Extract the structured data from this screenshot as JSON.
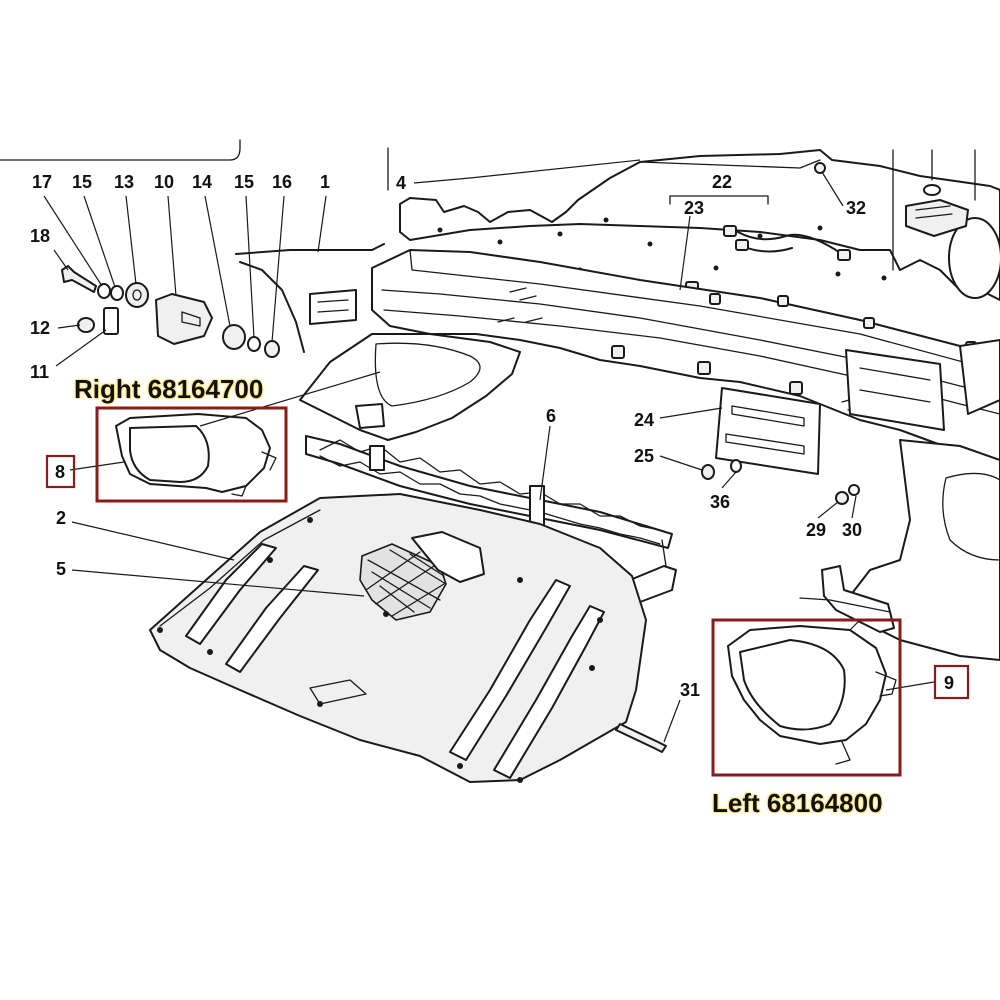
{
  "parts": {
    "p1": "1",
    "p2": "2",
    "p4": "4",
    "p5": "5",
    "p6": "6",
    "p8": "8",
    "p9": "9",
    "p10": "10",
    "p11": "11",
    "p12": "12",
    "p13": "13",
    "p14": "14",
    "p15a": "15",
    "p15b": "15",
    "p16": "16",
    "p17": "17",
    "p18": "18",
    "p22": "22",
    "p23": "23",
    "p24": "24",
    "p25": "25",
    "p29": "29",
    "p30": "30",
    "p31": "31",
    "p32": "32",
    "p36": "36"
  },
  "captions": {
    "right": "Right 68164700",
    "left": "Left 68164800"
  },
  "colors": {
    "highlight_box": "#8b1a1a",
    "caption_glow": "#ffe98a"
  }
}
